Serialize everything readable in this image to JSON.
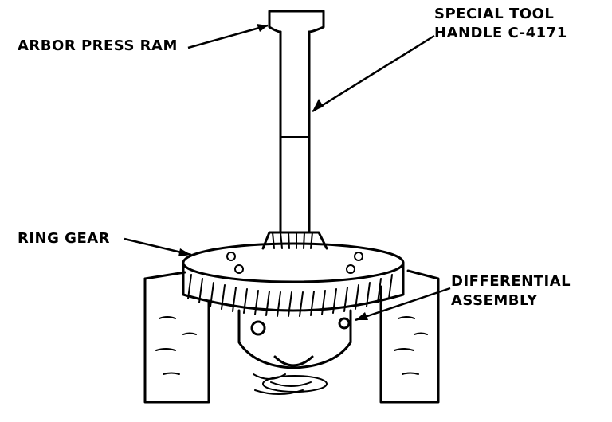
{
  "labels": {
    "arbor_press_ram": "ARBOR PRESS RAM",
    "special_tool_line1": "SPECIAL TOOL",
    "special_tool_line2": "HANDLE C-4171",
    "ring_gear": "RING GEAR",
    "differential_line1": "DIFFERENTIAL",
    "differential_line2": "ASSEMBLY"
  },
  "colors": {
    "ink": "#000000",
    "paper": "#ffffff"
  }
}
